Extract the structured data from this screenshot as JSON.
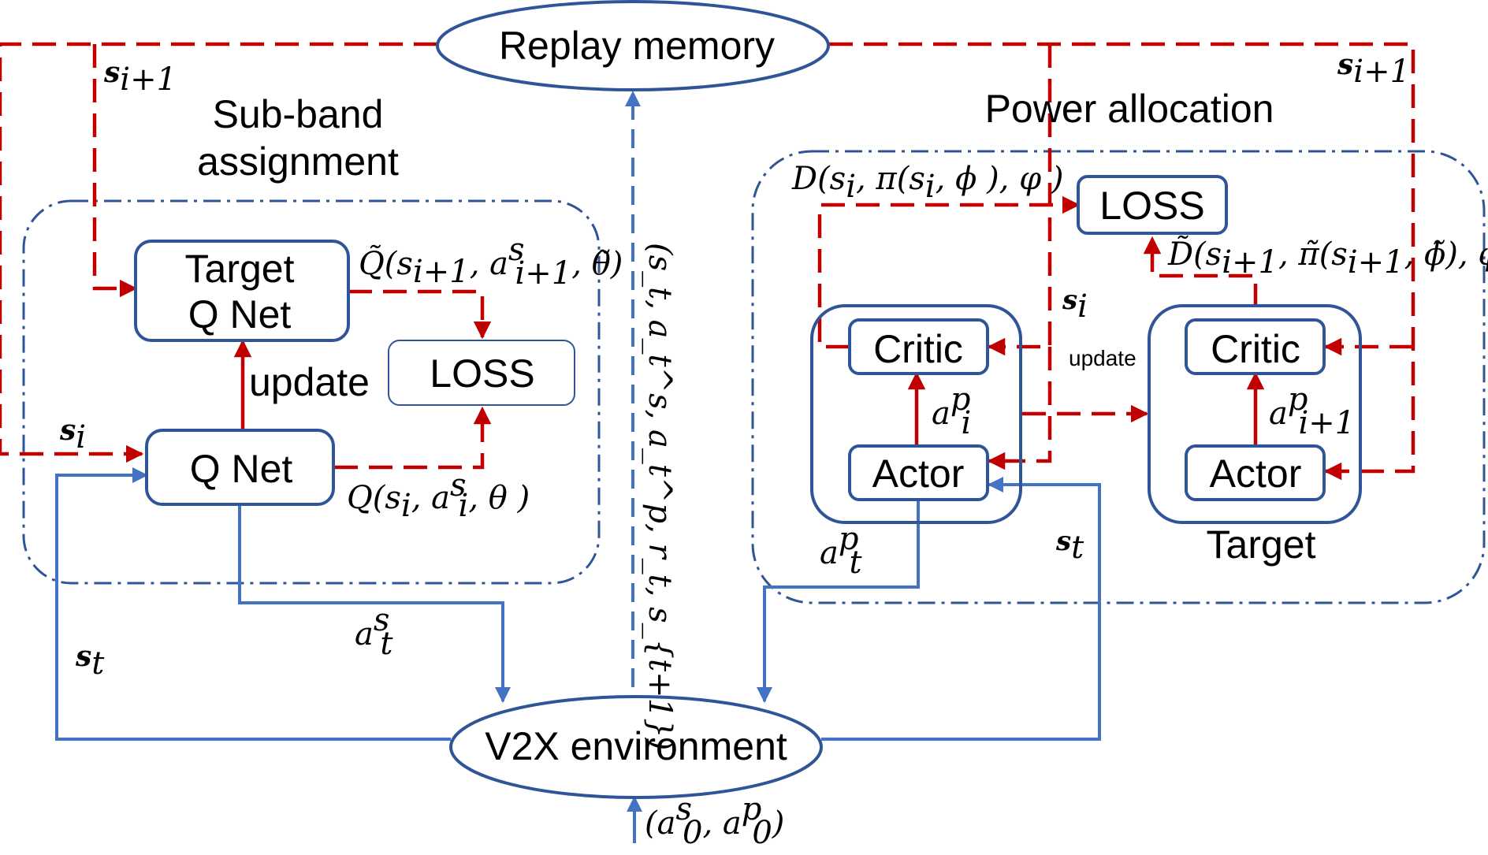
{
  "colors": {
    "red": "#c00000",
    "blue": "#4472c4",
    "navy": "#2f5597",
    "text": "#000000"
  },
  "nodes": {
    "replay_memory": "Replay memory",
    "v2x_environment": "V2X environment",
    "target_q_net_line1": "Target",
    "target_q_net_line2": "Q Net",
    "q_net": "Q Net",
    "loss_left": "LOSS",
    "loss_right": "LOSS",
    "critic_main": "Critic",
    "actor_main": "Actor",
    "critic_target": "Critic",
    "actor_target": "Actor",
    "target_group": "Target"
  },
  "regions": {
    "subband_line1": "Sub-band",
    "subband_line2": "assignment",
    "power_allocation": "Power allocation"
  },
  "edge_labels": {
    "update_left": "update",
    "update_right": "update"
  },
  "math": {
    "s_i1_left": "s",
    "s_i1_left_sub": "i+1",
    "s_i1_right": "s",
    "s_i1_right_sub": "i+1",
    "q_tilde": "Q̃(s",
    "q_tilde_sub1": "i+1",
    "q_tilde_mid": ", a",
    "q_tilde_sup": "s",
    "q_tilde_sub2": "i+1",
    "q_tilde_end": ", θ̃)",
    "q_func": "Q(s",
    "q_func_sub1": "i",
    "q_func_mid": ", a",
    "q_func_sup": "s",
    "q_func_sub2": "i",
    "q_func_end": ", θ )",
    "s_i_left": "s",
    "s_i_left_sub": "i",
    "s_t_left": "s",
    "s_t_left_sub": "t",
    "a_t_s": "a",
    "a_t_s_sup": "s",
    "a_t_s_sub": "t",
    "a0": "(a",
    "a0_sup1": "s",
    "a0_sub1": "0",
    "a0_mid": ", a",
    "a0_sup2": "p",
    "a0_sub2": "0",
    "a0_end": ")",
    "transition": "(s_t, a_t^s, a_t^p, r_t, s_{t+1})",
    "d_func": "D(s",
    "d_func_sub1": "i",
    "d_func_mid1": ", π(s",
    "d_func_sub2": "i",
    "d_func_mid2": ", ϕ ), φ )",
    "d_tilde": "D̃(s",
    "d_tilde_sub1": "i+1",
    "d_tilde_mid1": ", π̃(s",
    "d_tilde_sub2": "i+1",
    "d_tilde_mid2": ", ϕ̃), φ̃)",
    "s_i_right": "s",
    "s_i_right_sub": "i",
    "a_i_p": "a",
    "a_i_p_sup": "p",
    "a_i_p_sub": "i",
    "a_i1_p": "a",
    "a_i1_p_sup": "p",
    "a_i1_p_sub": "i+1",
    "a_t_p": "a",
    "a_t_p_sup": "p",
    "a_t_p_sub": "t",
    "s_t_right": "s",
    "s_t_right_sub": "t"
  }
}
